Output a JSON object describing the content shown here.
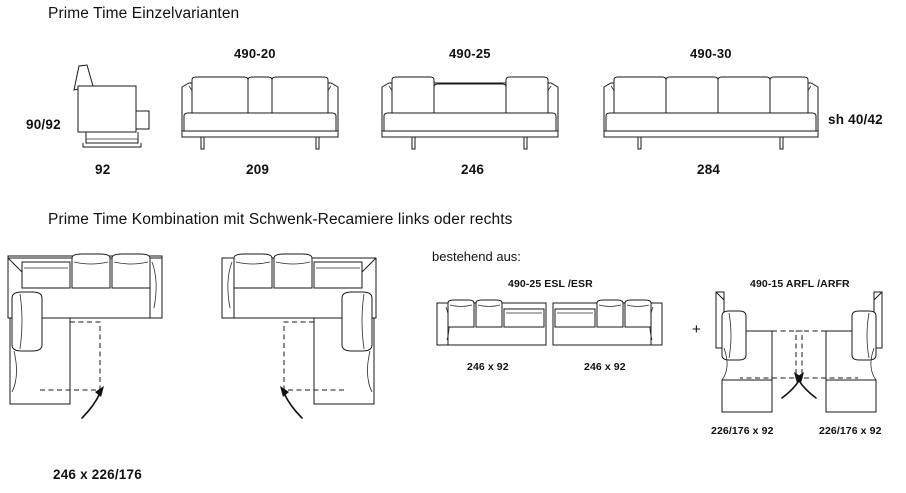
{
  "sheet": {
    "section_one_title": "Prime Time Einzelvarianten",
    "section_two_title": "Prime Time Kombination mit Schwenk-Recamiere links oder rechts"
  },
  "singles": {
    "side_view": {
      "height_label": "90/92",
      "depth_label": "92"
    },
    "variants": [
      {
        "code": "490-20",
        "width": "209",
        "cushions": 3
      },
      {
        "code": "490-25",
        "width": "246",
        "cushions": 3
      },
      {
        "code": "490-30",
        "width": "284",
        "cushions": 4
      }
    ],
    "seat_height_label": "sh 40/42"
  },
  "combination": {
    "overall_dimension": "246 x 226/176",
    "consists_of_label": "bestehend aus:",
    "plus_symbol": "+",
    "groups": [
      {
        "code": "490-25 ESL /ESR",
        "items": [
          {
            "dimension": "246 x 92",
            "hand": "left"
          },
          {
            "dimension": "246 x 92",
            "hand": "right"
          }
        ]
      },
      {
        "code": "490-15 ARFL /ARFR",
        "items": [
          {
            "dimension": "226/176 x 92",
            "hand": "left"
          },
          {
            "dimension": "226/176 x 92",
            "hand": "right"
          }
        ]
      }
    ]
  },
  "colors": {
    "line": "#1a1a1a",
    "text": "#111111",
    "background": "#ffffff"
  }
}
